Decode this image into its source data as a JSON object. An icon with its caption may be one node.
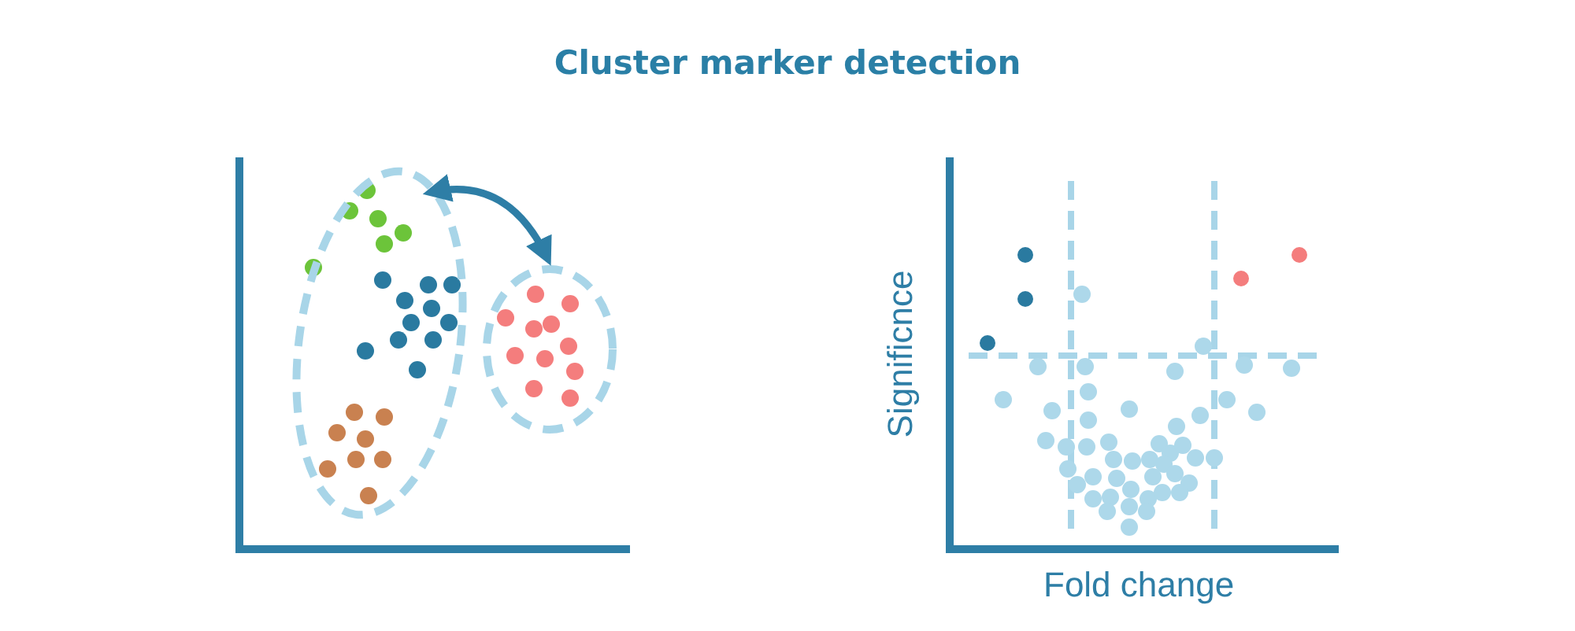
{
  "diagram": {
    "title": "Cluster marker detection",
    "nodes": [
      {
        "text": [],
        "shape": "ellipse"
      },
      {
        "text": [],
        "shape": "ellipse"
      }
    ],
    "edges": [
      {
        "from": 0,
        "to": 1,
        "arrow": "both"
      }
    ],
    "labels": [
      "Significnce",
      "Fold change"
    ]
  }
}
